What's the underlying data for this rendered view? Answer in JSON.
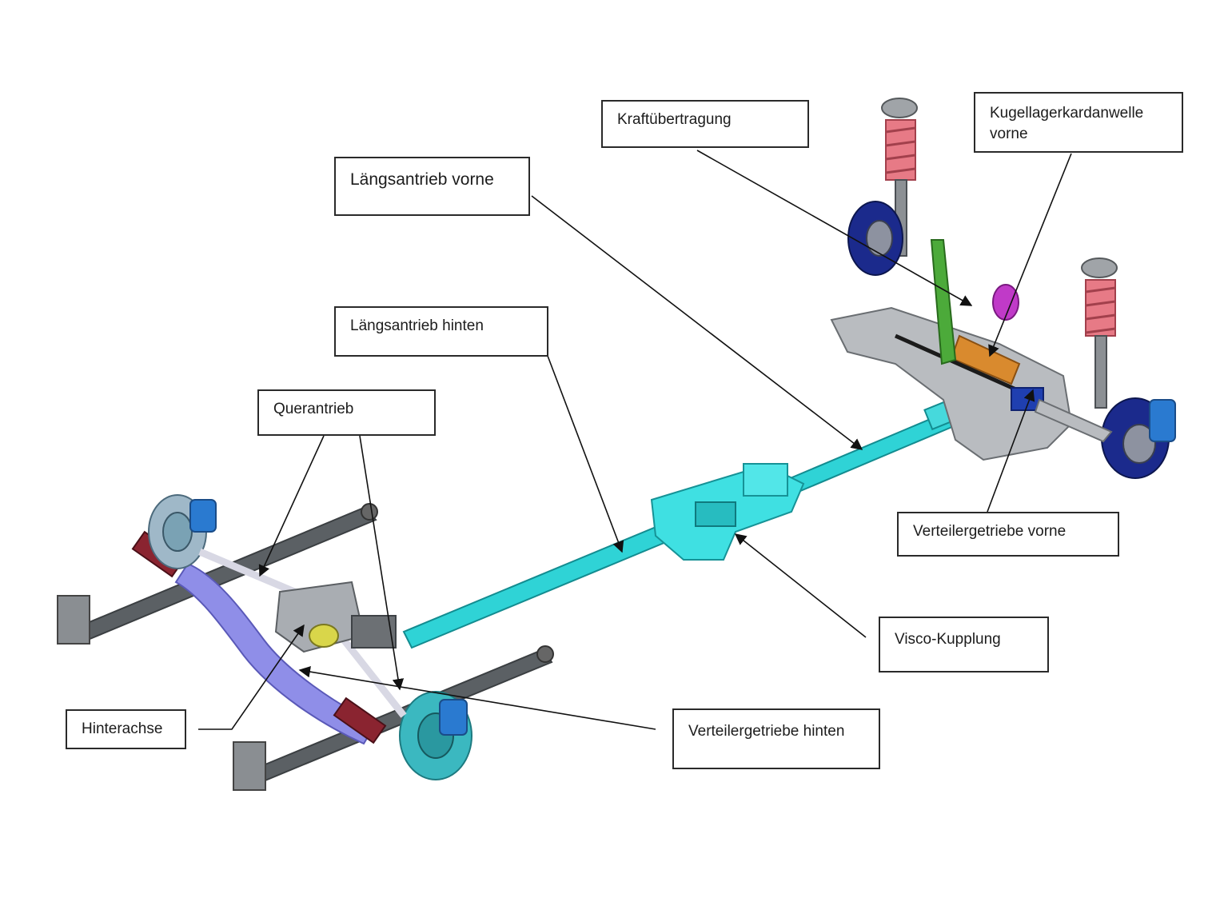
{
  "labels": {
    "kraftuebertragung": "Kraftübertragung",
    "kugellager_line1": "Kugellagerkardanwelle",
    "kugellager_line2": "vorne",
    "laengsantrieb_vorne": "Längsantrieb vorne",
    "laengsantrieb_hinten": "Längsantrieb hinten",
    "querantrieb": "Querantrieb",
    "verteilergetriebe_vorne": "Verteilergetriebe vorne",
    "visco_kupplung": "Visco-Kupplung",
    "hinterachse": "Hinterachse",
    "verteilergetriebe_hinten": "Verteilergetriebe hinten"
  },
  "colors": {
    "driveshaft": "#2fd3d6",
    "rear_axle": "#8f8ee8",
    "front_subframe": "#b9bcc0",
    "spring": "#e77a86",
    "brake_disc": "#1b2a8c",
    "gearbox": "#d98a2e",
    "arm": "#4caa3a",
    "leaf_spring": "#555a5e"
  }
}
